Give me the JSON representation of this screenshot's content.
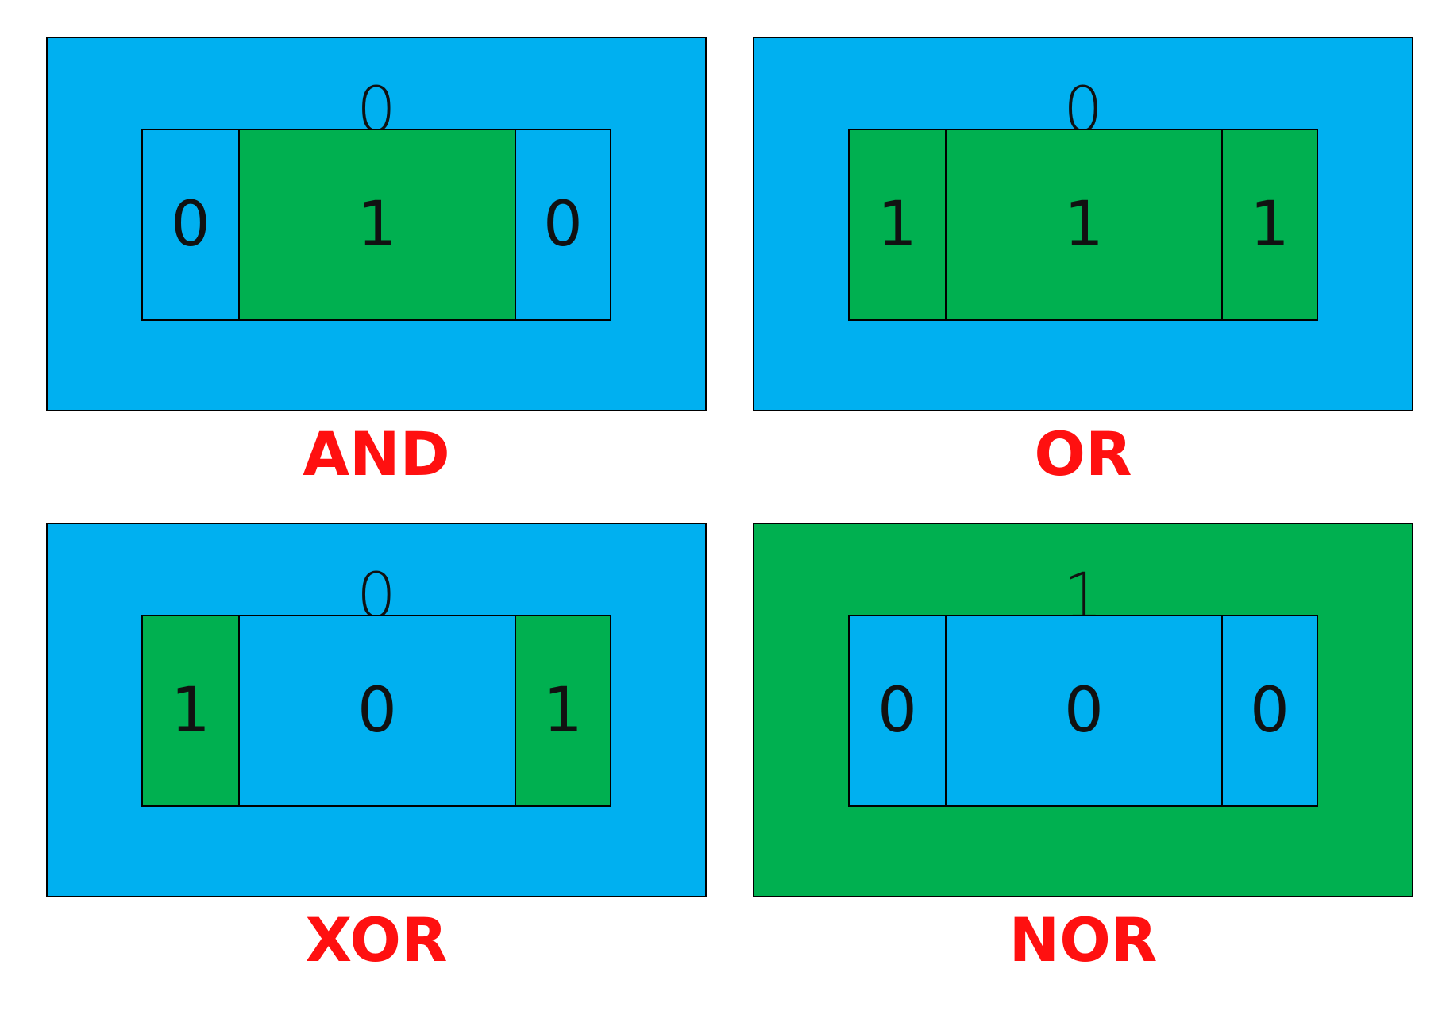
{
  "colors": {
    "zero": "#00b0f0",
    "one": "#00b050",
    "label": "#ff1010"
  },
  "panels": [
    {
      "label": "AND",
      "outer": "0",
      "cells": [
        "0",
        "1",
        "0"
      ]
    },
    {
      "label": "OR",
      "outer": "0",
      "cells": [
        "1",
        "1",
        "1"
      ]
    },
    {
      "label": "XOR",
      "outer": "0",
      "cells": [
        "1",
        "0",
        "1"
      ]
    },
    {
      "label": "NOR",
      "outer": "1",
      "cells": [
        "0",
        "0",
        "0"
      ]
    }
  ]
}
